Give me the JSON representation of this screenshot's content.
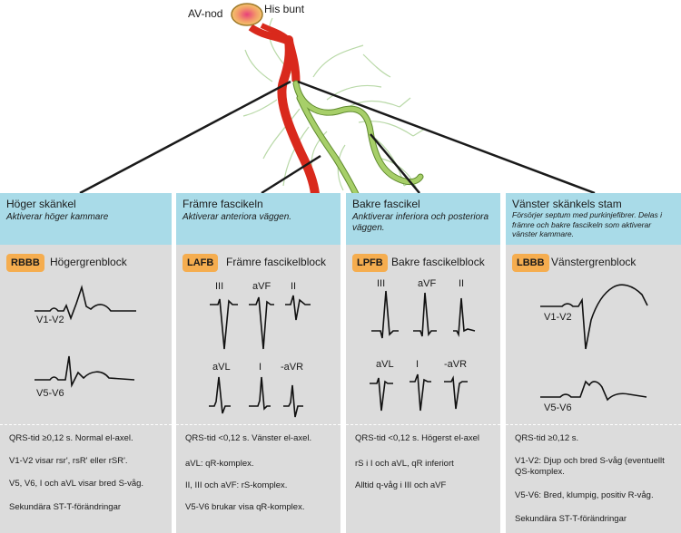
{
  "labels": {
    "av_node": "AV-nod",
    "his_bundle": "His bunt"
  },
  "colors": {
    "header_bg": "#a9dbe8",
    "panel_bg": "#dcdcdc",
    "badge_bg": "#f5ad4f",
    "right_bundle": "#d9291c",
    "left_fascicles": "#a7cf69",
    "purkinje": "#b9d9a8",
    "av_node": "#f3c56b"
  },
  "panels": [
    {
      "title": "Höger skänkel",
      "subtitle": "Aktiverar höger kammare",
      "badge": "RBBB",
      "block_name": "Högergrenblock",
      "leads": [
        "V1-V2",
        "V5-V6"
      ],
      "criteria": [
        "QRS-tid ≥0,12 s. Normal el-axel.",
        "V1-V2 visar rsr', rsR' eller rSR'.",
        "V5, V6, I och aVL visar bred S-våg.",
        "Sekundära ST-T-förändringar"
      ]
    },
    {
      "title": "Främre fascikeln",
      "subtitle": "Aktiverar anteriora väggen.",
      "badge": "LAFB",
      "block_name": "Främre fascikelblock",
      "leads": [
        "III",
        "aVF",
        "II",
        "aVL",
        "I",
        "-aVR"
      ],
      "criteria": [
        "QRS-tid <0,12 s. Vänster el-axel.",
        "aVL: qR-komplex.",
        "II, III och aVF: rS-komplex.",
        "V5-V6  brukar visa qR-komplex."
      ]
    },
    {
      "title": "Bakre fascikel",
      "subtitle": "Anktiverar inferiora och posteriora väggen.",
      "badge": "LPFB",
      "block_name": "Bakre fascikelblock",
      "leads": [
        "III",
        "aVF",
        "II",
        "aVL",
        "I",
        "-aVR"
      ],
      "criteria": [
        "QRS-tid <0,12 s. Högerst el-axel",
        "rS i I och aVL, qR inferiort",
        "Alltid q-våg i III och aVF"
      ]
    },
    {
      "title": "Vänster skänkels stam",
      "subtitle": "Försörjer septum med purkinjefibrer. Delas i främre och bakre fascikeln som aktiverar vänster kammare.",
      "badge": "LBBB",
      "block_name": "Vänstergrenblock",
      "leads": [
        "V1-V2",
        "V5-V6"
      ],
      "criteria": [
        "QRS-tid ≥0,12 s.",
        "V1-V2: Djup och bred S-våg (eventuellt QS-komplex.",
        "V5-V6: Bred, klumpig, positiv  R-våg.",
        "Sekundära ST-T-förändringar"
      ]
    }
  ]
}
